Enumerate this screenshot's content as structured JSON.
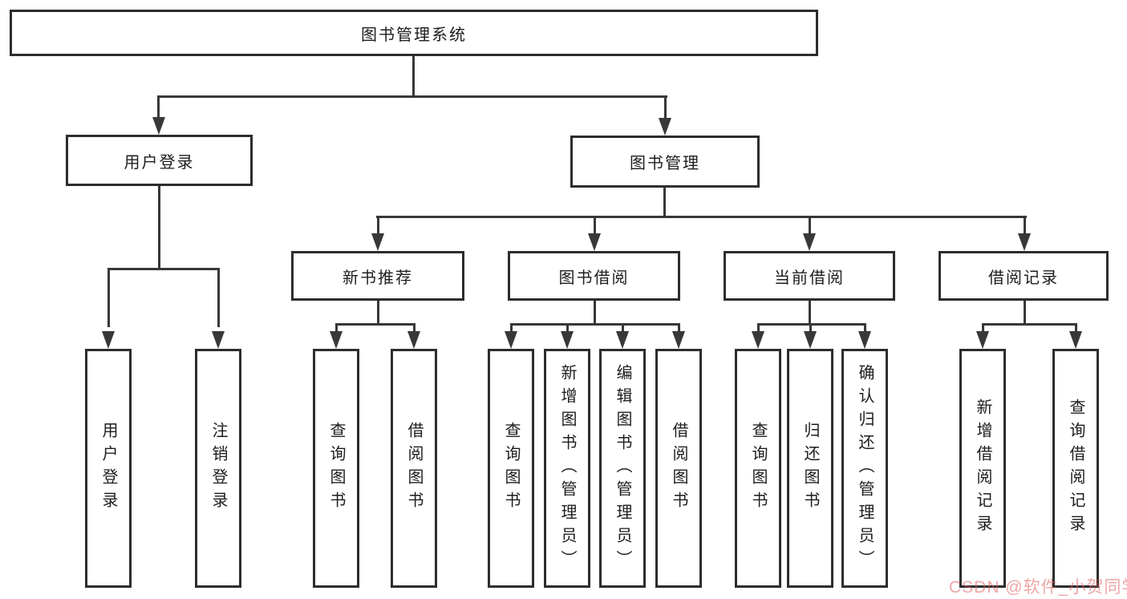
{
  "colors": {
    "background": "#ffffff",
    "box_border": "#2d2d2d",
    "connector_line": "#383838",
    "text": "#1d1d1d",
    "watermark": "#e05c5c"
  },
  "tree": {
    "root": {
      "label": "图书管理系统"
    },
    "branches": [
      {
        "label": "用户登录",
        "leaves": [
          {
            "label": "用户登录"
          },
          {
            "label": "注销登录"
          }
        ]
      },
      {
        "label": "图书管理",
        "groups": [
          {
            "label": "新书推荐",
            "leaves": [
              {
                "label": "查询图书"
              },
              {
                "label": "借阅图书"
              }
            ]
          },
          {
            "label": "图书借阅",
            "leaves": [
              {
                "label": "查询图书"
              },
              {
                "label": "新增图书（管理员）"
              },
              {
                "label": "编辑图书（管理员）"
              },
              {
                "label": "借阅图书"
              }
            ]
          },
          {
            "label": "当前借阅",
            "leaves": [
              {
                "label": "查询图书"
              },
              {
                "label": "归还图书"
              },
              {
                "label": "确认归还（管理员）"
              }
            ]
          },
          {
            "label": "借阅记录",
            "leaves": [
              {
                "label": "新增借阅记录"
              },
              {
                "label": "查询借阅记录"
              }
            ]
          }
        ]
      }
    ]
  },
  "watermark": {
    "text": "CSDN @软件_小贺同学"
  }
}
